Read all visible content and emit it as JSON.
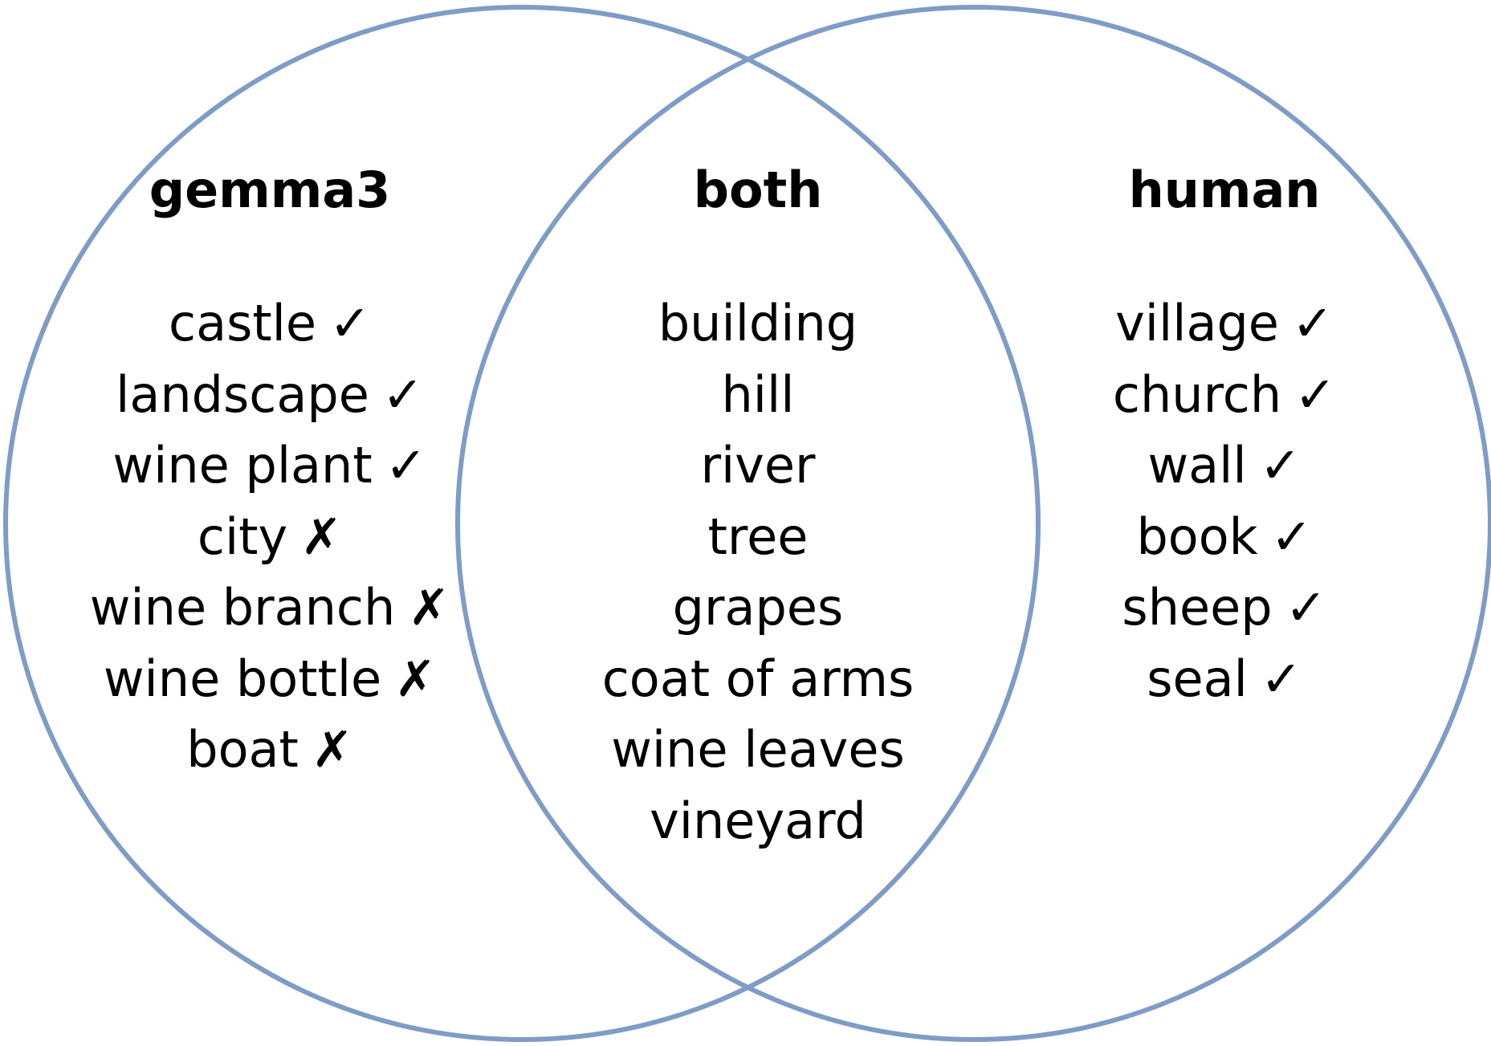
{
  "venn": {
    "stroke_color": "#7f9cc7",
    "sets": [
      {
        "id": "left",
        "heading": "gemma3",
        "items": [
          {
            "label": "castle",
            "mark": "✓",
            "mark_icon": "check-icon"
          },
          {
            "label": "landscape",
            "mark": "✓",
            "mark_icon": "check-icon"
          },
          {
            "label": "wine plant",
            "mark": "✓",
            "mark_icon": "check-icon"
          },
          {
            "label": "city",
            "mark": "✗",
            "mark_icon": "cross-icon"
          },
          {
            "label": "wine branch",
            "mark": "✗",
            "mark_icon": "cross-icon"
          },
          {
            "label": "wine bottle",
            "mark": "✗",
            "mark_icon": "cross-icon"
          },
          {
            "label": "boat",
            "mark": "✗",
            "mark_icon": "cross-icon"
          }
        ]
      },
      {
        "id": "mid",
        "heading": "both",
        "items": [
          {
            "label": "building"
          },
          {
            "label": "hill"
          },
          {
            "label": "river"
          },
          {
            "label": "tree"
          },
          {
            "label": "grapes"
          },
          {
            "label": "coat of arms"
          },
          {
            "label": "wine leaves"
          },
          {
            "label": "vineyard"
          }
        ]
      },
      {
        "id": "right",
        "heading": "human",
        "items": [
          {
            "label": "village",
            "mark": "✓",
            "mark_icon": "check-icon"
          },
          {
            "label": "church",
            "mark": "✓",
            "mark_icon": "check-icon"
          },
          {
            "label": "wall",
            "mark": "✓",
            "mark_icon": "check-icon"
          },
          {
            "label": "book",
            "mark": "✓",
            "mark_icon": "check-icon"
          },
          {
            "label": "sheep",
            "mark": "✓",
            "mark_icon": "check-icon"
          },
          {
            "label": "seal",
            "mark": "✓",
            "mark_icon": "check-icon"
          }
        ]
      }
    ]
  }
}
